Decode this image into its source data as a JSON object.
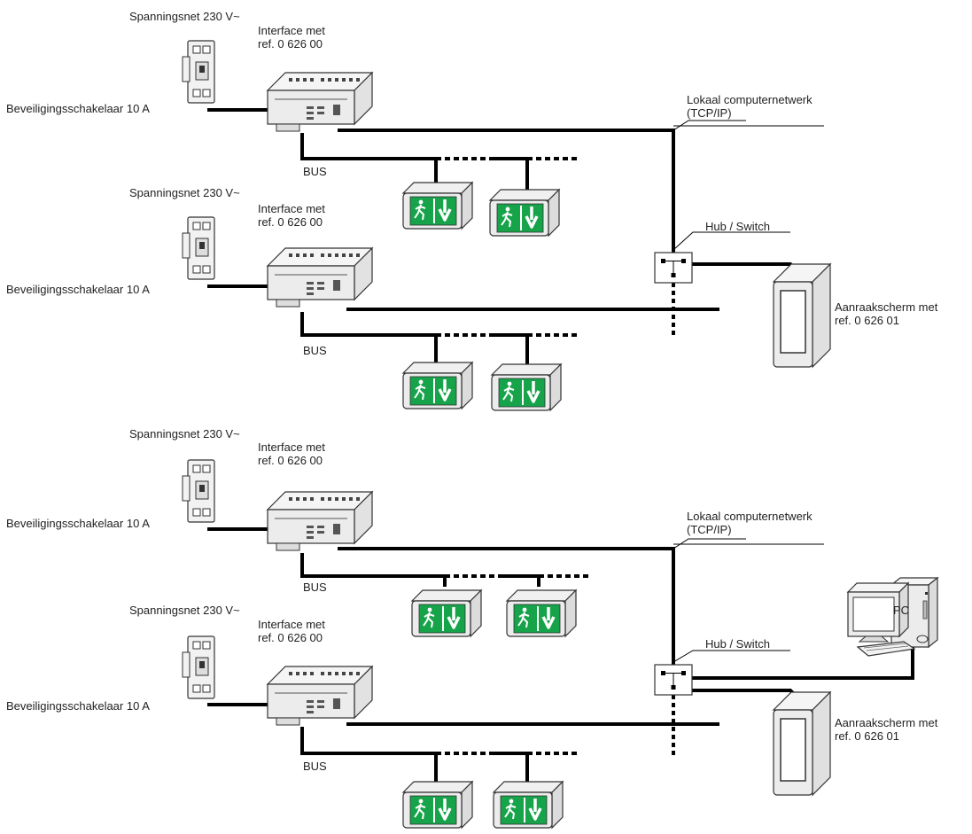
{
  "colors": {
    "line": "#000000",
    "device_fill": "#ececec",
    "device_stroke": "#333333",
    "exit_sign_green": "#16a34a",
    "text": "#222222"
  },
  "labels": {
    "power": "Spanningsnet 230 V~",
    "interface": "Interface met\nref. 0 626 00",
    "breaker": "Beveiligingsschakelaar 10 A",
    "bus": "BUS",
    "lan": "Lokaal computernetwerk\n(TCP/IP)",
    "hub": "Hub / Switch",
    "touchscreen": "Aanraakscherm met\nref. 0 626 01",
    "pc": "PC"
  }
}
